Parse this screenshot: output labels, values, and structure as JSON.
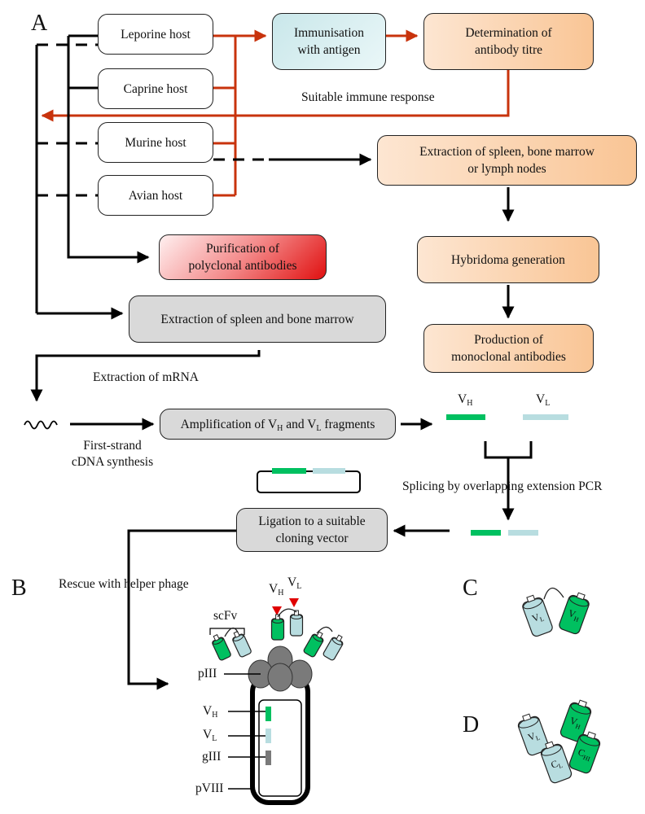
{
  "panels": {
    "a": "A",
    "b": "B",
    "c": "C",
    "d": "D"
  },
  "hosts": [
    "Leporine host",
    "Caprine host",
    "Murine host",
    "Avian host"
  ],
  "immunisation": "Immunisation\nwith antigen",
  "titre": "Determination of\nantibody titre",
  "immune_response": "Suitable immune response",
  "extraction_spleen_bone_lymph": "Extraction of spleen, bone marrow\nor lymph nodes",
  "purification": "Purification of\npolyclonal antibodies",
  "hybridoma": "Hybridoma generation",
  "extraction_spleen_bone": "Extraction of spleen and bone marrow",
  "production": "Production of\nmonoclonal antibodies",
  "mrna": "Extraction of mRNA",
  "amplification": {
    "prefix": "Amplification of V",
    "h": "H",
    "mid": " and V",
    "l": "L",
    "suffix": " fragments"
  },
  "cdna": "First-strand\ncDNA synthesis",
  "vh": {
    "v": "V",
    "sub": "H"
  },
  "vl": {
    "v": "V",
    "sub": "L"
  },
  "splicing": "Splicing by overlapping extension PCR",
  "ligation": "Ligation to a suitable\ncloning vector",
  "rescue": "Rescue with helper phage",
  "phage": {
    "scfv": "scFv",
    "piii": "pIII",
    "vh_label": {
      "v": "V",
      "sub": "H"
    },
    "vl_label": {
      "v": "V",
      "sub": "L"
    },
    "giii": "gIII",
    "pviii": "pVIII",
    "top_vh": {
      "v": "V",
      "sub": "H"
    },
    "top_vl": {
      "v": "V",
      "sub": "L"
    }
  },
  "panel_c": {
    "vl": {
      "v": "V",
      "sub": "L"
    },
    "vh": {
      "v": "V",
      "sub": "H"
    }
  },
  "panel_d": {
    "vl": {
      "v": "V",
      "sub": "L"
    },
    "vh": {
      "v": "V",
      "sub": "H"
    },
    "cl": {
      "v": "C",
      "sub": "L"
    },
    "ch": {
      "v": "C",
      "sub": "HI"
    }
  },
  "colors": {
    "red_arrow": "#c8330c",
    "vh_green": "#00c060",
    "vl_blue": "#b8dde0",
    "gray": "#7a7a7a"
  }
}
